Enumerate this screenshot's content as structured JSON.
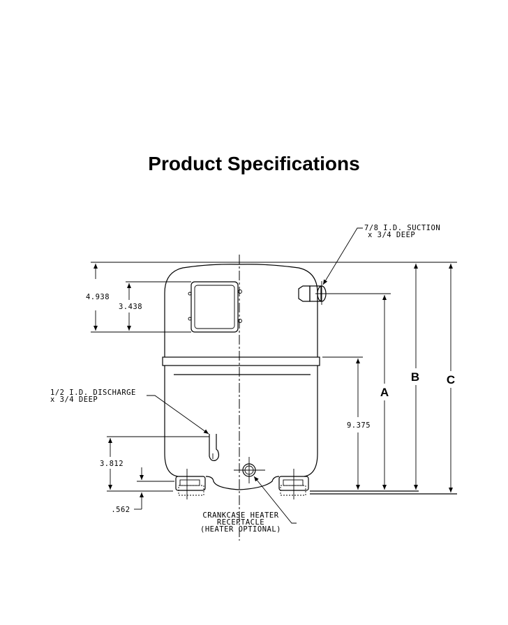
{
  "title": "Product Specifications",
  "diagram": {
    "callouts": {
      "suction_line1": "7/8 I.D. SUCTION",
      "suction_line2": "x 3/4 DEEP",
      "discharge_line1": "1/2 I.D. DISCHARGE",
      "discharge_line2": "x 3/4 DEEP",
      "heater_line1": "CRANKCASE HEATER",
      "heater_line2": "RECEPTACLE",
      "heater_line3": "(HEATER OPTIONAL)"
    },
    "dimensions": {
      "d1": "4.938",
      "d2": "3.438",
      "d3": "9.375",
      "d4": "3.812",
      "d5": ".562",
      "A": "A",
      "B": "B",
      "C": "C"
    }
  }
}
